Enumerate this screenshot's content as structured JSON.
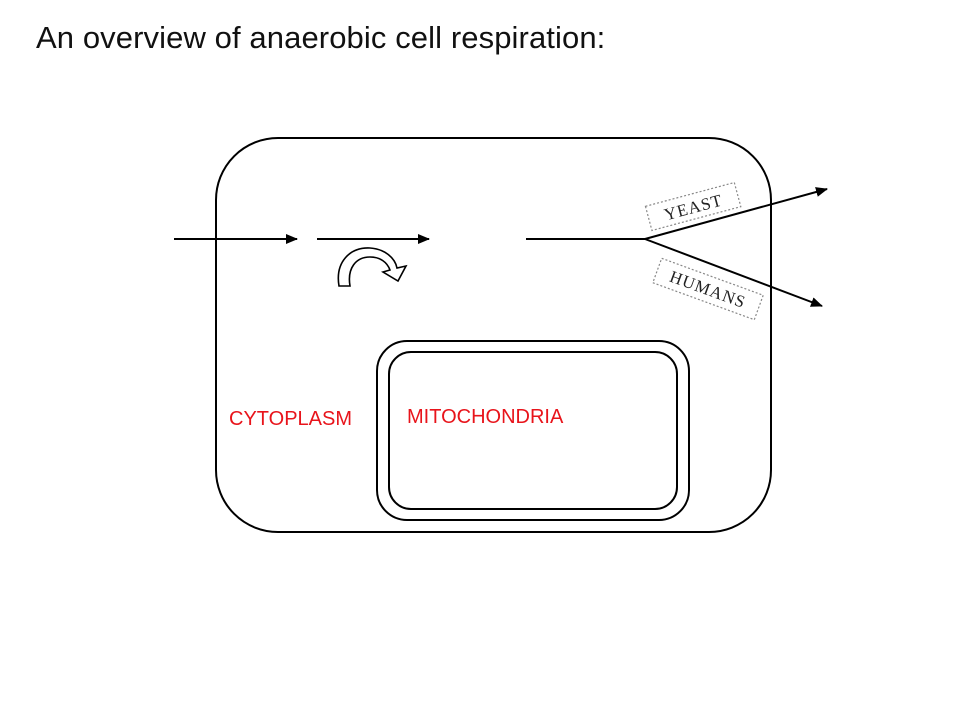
{
  "slide": {
    "title": "An overview of anaerobic cell respiration:"
  },
  "diagram": {
    "regions": {
      "cytoplasm": "CYTOPLASM",
      "mitochondria": "MITOCHONDRIA"
    },
    "branches": {
      "upper": "YEAST",
      "lower": "HUMANS"
    },
    "colors": {
      "region_label": "#e8141b",
      "outline": "#000000",
      "tag_border": "#888888"
    },
    "icons": [
      "arrow-right-icon",
      "curved-arrow-icon"
    ]
  }
}
